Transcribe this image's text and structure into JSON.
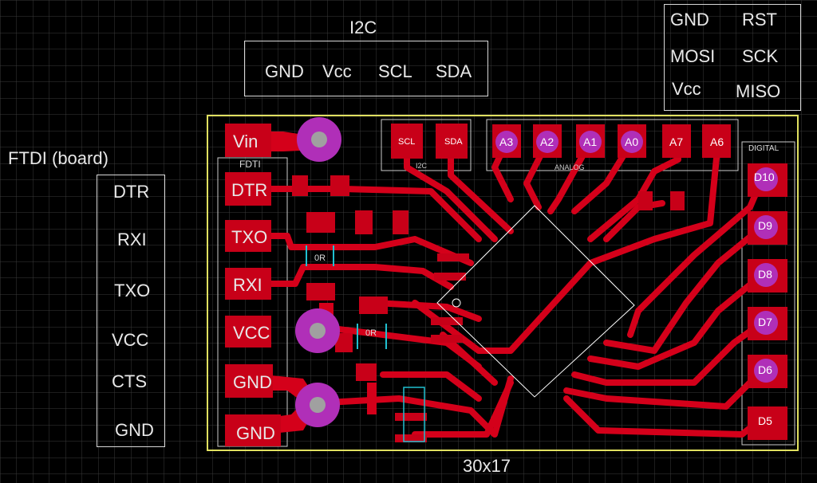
{
  "colors": {
    "background": "#000000",
    "grid": "#3a3a3a",
    "copper": "#d4001a",
    "pad": "#c80018",
    "via": "#b02fb8",
    "via_hole": "#a0a0a0",
    "outline": "#e0e060",
    "silk": "#ffffff",
    "silk_soft": "#cccccc",
    "cap": "#20c0d0"
  },
  "i2c_header": {
    "title": "I2C",
    "pins": [
      "GND",
      "Vcc",
      "SCL",
      "SDA"
    ]
  },
  "isp_header": {
    "pins": [
      "GND",
      "RST",
      "MOSI",
      "SCK",
      "Vcc",
      "MISO"
    ]
  },
  "ftdi_header": {
    "title": "FTDI (board)",
    "pins": [
      "DTR",
      "RXI",
      "TXO",
      "VCC",
      "CTS",
      "GND"
    ]
  },
  "board": {
    "size_label": "30x17",
    "left_pads": [
      "Vin",
      "DTR",
      "TXO",
      "RXI",
      "VCC",
      "GND",
      "GND"
    ],
    "ftdi_label": "FDTI",
    "i2c_pads": [
      "SCL",
      "SDA"
    ],
    "i2c_label": "I2C",
    "analog_pads": [
      "A3",
      "A2",
      "A1",
      "A0",
      "A7",
      "A6"
    ],
    "analog_label": "ANALOG",
    "digital_label": "DIGITAL",
    "digital_pads": [
      "D10",
      "D9",
      "D8",
      "D7",
      "D6",
      "D5"
    ],
    "resistor_labels": [
      "0R",
      "0R"
    ]
  }
}
